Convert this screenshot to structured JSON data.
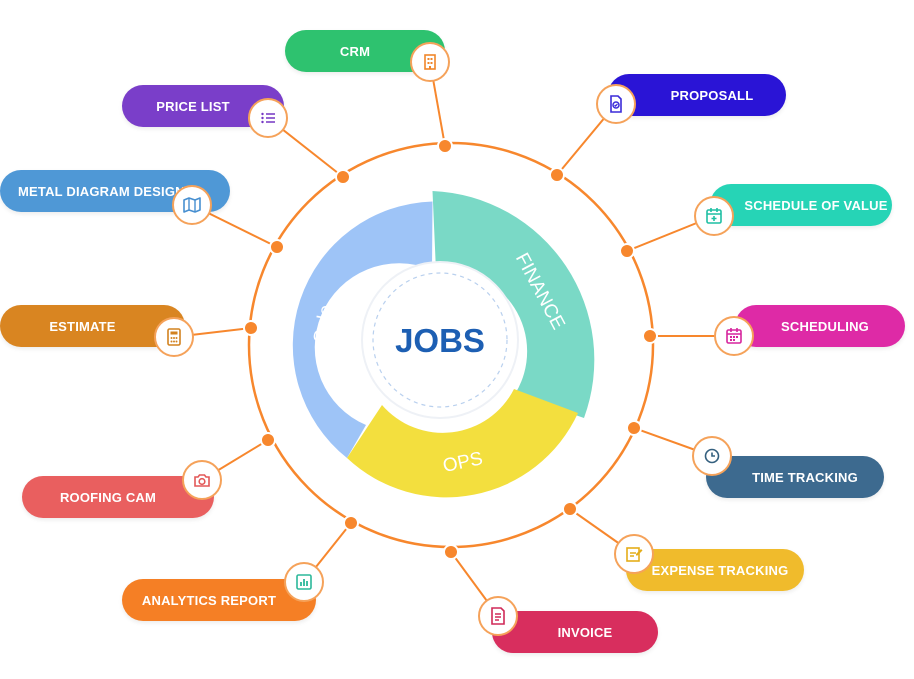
{
  "center": {
    "title": "JOBS"
  },
  "segments": [
    {
      "label": "Sale",
      "color": "#9ec4f7"
    },
    {
      "label": "FINANCE",
      "color": "#7ad9c6"
    },
    {
      "label": "OPS",
      "color": "#f3df3e"
    }
  ],
  "ring_color": "#f7872d",
  "nodes": [
    {
      "id": "crm",
      "label": "CRM",
      "color": "#2ec26f",
      "icon": "building-icon",
      "icon_color": "#f0862a"
    },
    {
      "id": "proposall",
      "label": "PROPOSALL",
      "color": "#2a14d6",
      "icon": "document-check-icon",
      "icon_color": "#3b2bd9"
    },
    {
      "id": "schedule-of-value",
      "label": "SCHEDULE OF VALUE",
      "color": "#26d4b6",
      "icon": "calendar-plus-icon",
      "icon_color": "#1fbfa3"
    },
    {
      "id": "scheduling",
      "label": "SCHEDULING",
      "color": "#de2aa6",
      "icon": "calendar-icon",
      "icon_color": "#d6259d"
    },
    {
      "id": "time-tracking",
      "label": "TIME TRACKING",
      "color": "#3d6a8f",
      "icon": "clock-icon",
      "icon_color": "#35607f"
    },
    {
      "id": "expense-tracking",
      "label": "EXPENSE TRACKING",
      "color": "#f0bb2c",
      "icon": "receipt-edit-icon",
      "icon_color": "#e4ad19"
    },
    {
      "id": "invoice",
      "label": "INVOICE",
      "color": "#d82e5e",
      "icon": "invoice-icon",
      "icon_color": "#d02a58"
    },
    {
      "id": "analytics-report",
      "label": "ANALYTICS REPORT",
      "color": "#f57f25",
      "icon": "bar-chart-icon",
      "icon_color": "#2bb89a"
    },
    {
      "id": "roofing-cam",
      "label": "ROOFING CAM",
      "color": "#e95f5f",
      "icon": "camera-icon",
      "icon_color": "#e35858"
    },
    {
      "id": "estimate",
      "label": "ESTIMATE",
      "color": "#d98521",
      "icon": "calculator-icon",
      "icon_color": "#d2821f"
    },
    {
      "id": "metal-diagram-design",
      "label": "METAL DIAGRAM DESIGN",
      "color": "#4f98d6",
      "icon": "map-icon",
      "icon_color": "#478fd0"
    },
    {
      "id": "price-list",
      "label": "PRICE LIST",
      "color": "#7a3ec9",
      "icon": "list-icon",
      "icon_color": "#7536c4"
    }
  ]
}
